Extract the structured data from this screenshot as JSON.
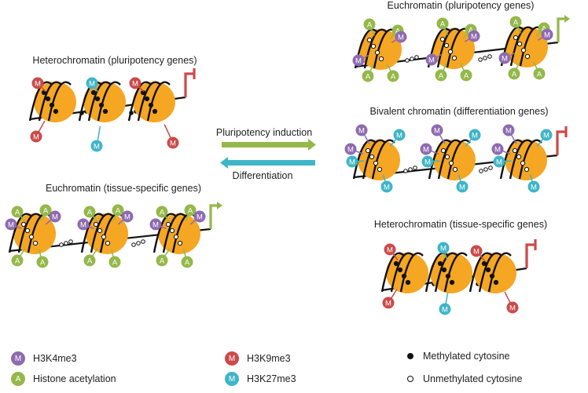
{
  "titles": {
    "euchromatin_pluri": "Euchromatin (pluripotency genes)",
    "hetero_pluri": "Heterochromatin (pluripotency genes)",
    "bivalent": "Bivalent chromatin (differentiation genes)",
    "euchromatin_tissue": "Euchromatin (tissue-specific genes)",
    "hetero_tissue": "Heterochromatin (tissue-specific genes)"
  },
  "arrows": {
    "induction": "Pluripotency induction",
    "differentiation": "Differentiation"
  },
  "legend": {
    "h3k4me3": {
      "letter": "M",
      "label": "H3K4me3",
      "color": "#8e6bb0"
    },
    "acetyl": {
      "letter": "A",
      "label": "Histone acetylation",
      "color": "#94b84a"
    },
    "h3k9me3": {
      "letter": "M",
      "label": "H3K9me3",
      "color": "#cc4a4a"
    },
    "h3k27me3": {
      "letter": "M",
      "label": "H3K27me3",
      "color": "#3fb5c8"
    },
    "methylated": {
      "label": "Methylated cytosine"
    },
    "unmethylated": {
      "label": "Unmethylated cytosine"
    }
  },
  "colors": {
    "nucleosome": "#f5a623",
    "induction_arrow": "#94b84a",
    "differentiation_arrow": "#3fb5c8",
    "active_tss": "#94b84a",
    "silent_tss": "#cc4a4a"
  }
}
